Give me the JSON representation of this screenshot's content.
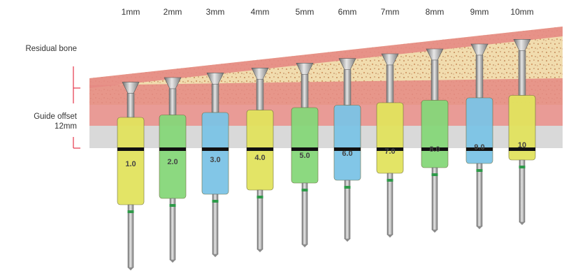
{
  "labels": {
    "residual_bone": "Residual bone",
    "guide_offset_line1": "Guide offset",
    "guide_offset_line2": "12mm"
  },
  "drills": [
    {
      "mm_label": "1mm",
      "sleeve_text": "1.0",
      "color": "#e2e35e"
    },
    {
      "mm_label": "2mm",
      "sleeve_text": "2.0",
      "color": "#86d77a"
    },
    {
      "mm_label": "3mm",
      "sleeve_text": "3.0",
      "color": "#7cc4e6"
    },
    {
      "mm_label": "4mm",
      "sleeve_text": "4.0",
      "color": "#e2e35e"
    },
    {
      "mm_label": "5mm",
      "sleeve_text": "5.0",
      "color": "#86d77a"
    },
    {
      "mm_label": "6mm",
      "sleeve_text": "6.0",
      "color": "#7cc4e6"
    },
    {
      "mm_label": "7mm",
      "sleeve_text": "7.0",
      "color": "#e2e35e"
    },
    {
      "mm_label": "8mm",
      "sleeve_text": "8.0",
      "color": "#86d77a"
    },
    {
      "mm_label": "9mm",
      "sleeve_text": "9.0",
      "color": "#7cc4e6"
    },
    {
      "mm_label": "10mm",
      "sleeve_text": "10",
      "color": "#e2e35e"
    }
  ],
  "colors": {
    "tissue": "#e58a84",
    "bone": "#f2e2b8",
    "guide_band": "#d9d9d9",
    "bracket": "#e5344a",
    "stripe": "#111111",
    "green_band": "#2f9a4a"
  }
}
